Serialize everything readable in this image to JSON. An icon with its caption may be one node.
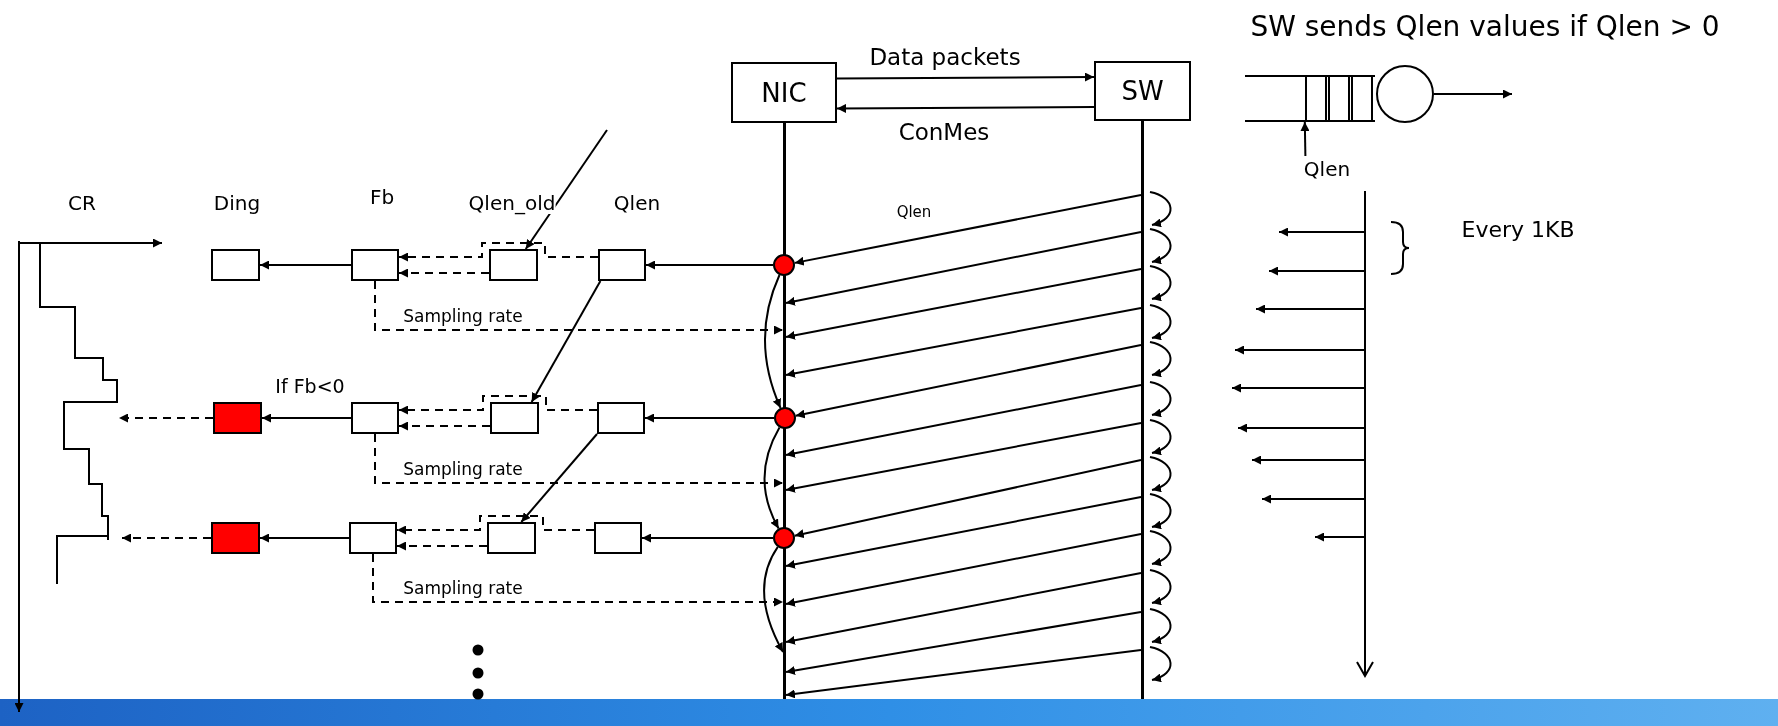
{
  "diagram": {
    "nodes": [
      {
        "text": [
          "NIC"
        ]
      },
      {
        "text": [
          "SW"
        ]
      },
      {
        "text": [],
        "shape": "box"
      },
      {
        "text": [],
        "shape": "circle"
      },
      {
        "text": [
          "Qlen"
        ]
      },
      {
        "text": [],
        "shape": "box"
      },
      {
        "text": [],
        "shape": "box"
      },
      {
        "text": [],
        "shape": "box"
      },
      {
        "text": [],
        "shape": "box"
      },
      {
        "text": [],
        "shape": "circle"
      },
      {
        "text": [],
        "shape": "box"
      },
      {
        "text": [],
        "shape": "box"
      },
      {
        "text": [],
        "shape": "box"
      },
      {
        "text": [],
        "shape": "box"
      },
      {
        "text": [],
        "shape": "circle"
      },
      {
        "text": [],
        "shape": "box"
      },
      {
        "text": [],
        "shape": "box"
      },
      {
        "text": [],
        "shape": "box"
      },
      {
        "text": [],
        "shape": "box"
      },
      {
        "text": [],
        "shape": "circle"
      },
      {
        "text": [],
        "shape": "bar"
      },
      {
        "text": [],
        "shape": "bar"
      }
    ],
    "edges": [
      {
        "from": 0,
        "to": 1,
        "arrow": "to",
        "label": "Data packets"
      },
      {
        "from": 1,
        "to": 0,
        "arrow": "to",
        "label": "ConMes"
      },
      {
        "from": 4,
        "to": 2,
        "arrow": "to"
      },
      {
        "from": 3,
        "to": null,
        "arrow": "to"
      },
      {
        "from": 21,
        "to": 9,
        "arrow": "to",
        "label": "Qlen"
      },
      {
        "from": 21,
        "to": 20,
        "arrow": "to"
      },
      {
        "from": 21,
        "to": 20,
        "arrow": "to"
      },
      {
        "from": 21,
        "to": 20,
        "arrow": "to"
      },
      {
        "from": 21,
        "to": 14,
        "arrow": "to"
      },
      {
        "from": 21,
        "to": 20,
        "arrow": "to"
      },
      {
        "from": 21,
        "to": 20,
        "arrow": "to"
      },
      {
        "from": 21,
        "to": 19,
        "arrow": "to"
      },
      {
        "from": 21,
        "to": 20,
        "arrow": "to"
      },
      {
        "from": 21,
        "to": 20,
        "arrow": "to"
      },
      {
        "from": 21,
        "to": 20,
        "arrow": "to"
      },
      {
        "from": 21,
        "to": 20,
        "arrow": "to"
      },
      {
        "from": 21,
        "to": 20,
        "arrow": "to"
      },
      {
        "from": 9,
        "to": 14,
        "arrow": "to"
      },
      {
        "from": 14,
        "to": 19,
        "arrow": "to"
      },
      {
        "from": 19,
        "to": 20,
        "arrow": "to"
      },
      {
        "from": 9,
        "to": 8,
        "arrow": "to"
      },
      {
        "from": 8,
        "to": 6,
        "arrow": "to",
        "style": "dashed"
      },
      {
        "from": 7,
        "to": 6,
        "arrow": "to",
        "style": "dashed"
      },
      {
        "from": 6,
        "to": 5,
        "arrow": "to"
      },
      {
        "from": 6,
        "to": 20,
        "arrow": "to",
        "style": "dashed",
        "label": "Sampling rate"
      },
      {
        "from": null,
        "to": 7,
        "arrow": "to"
      },
      {
        "from": 8,
        "to": 12,
        "arrow": "to"
      },
      {
        "from": 14,
        "to": 13,
        "arrow": "to"
      },
      {
        "from": 13,
        "to": 11,
        "arrow": "to",
        "style": "dashed"
      },
      {
        "from": 12,
        "to": 11,
        "arrow": "to",
        "style": "dashed"
      },
      {
        "from": 11,
        "to": 10,
        "arrow": "to"
      },
      {
        "from": 10,
        "to": null,
        "arrow": "to",
        "style": "dashed"
      },
      {
        "from": 11,
        "to": 20,
        "arrow": "to",
        "style": "dashed",
        "label": "Sampling rate"
      },
      {
        "from": 13,
        "to": 17,
        "arrow": "to"
      },
      {
        "from": 19,
        "to": 18,
        "arrow": "to"
      },
      {
        "from": 18,
        "to": 16,
        "arrow": "to",
        "style": "dashed"
      },
      {
        "from": 17,
        "to": 16,
        "arrow": "to",
        "style": "dashed"
      },
      {
        "from": 16,
        "to": 15,
        "arrow": "to"
      },
      {
        "from": 15,
        "to": null,
        "arrow": "to",
        "style": "dashed"
      },
      {
        "from": 16,
        "to": 20,
        "arrow": "to",
        "style": "dashed",
        "label": "Sampling rate"
      }
    ],
    "labels": [
      "SW sends Qlen values if Qlen > 0",
      "CR",
      "Ding",
      "Fb",
      "Qlen_old",
      "Qlen",
      "If Fb<0",
      "Every 1KB"
    ]
  }
}
